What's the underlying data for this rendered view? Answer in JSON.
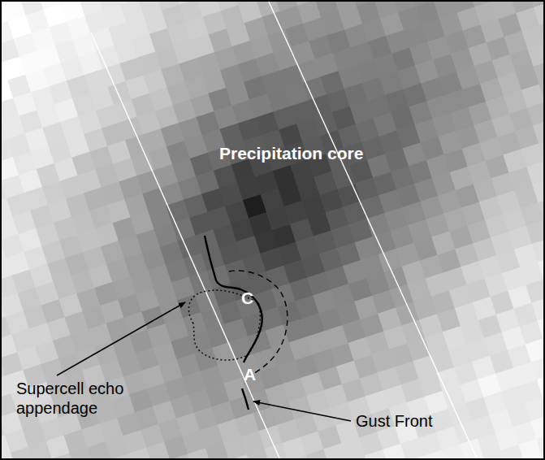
{
  "diagram": {
    "labels": [
      "Precipitation core",
      "C",
      "A",
      "Supercell echo appendage",
      "Gust Front"
    ]
  }
}
